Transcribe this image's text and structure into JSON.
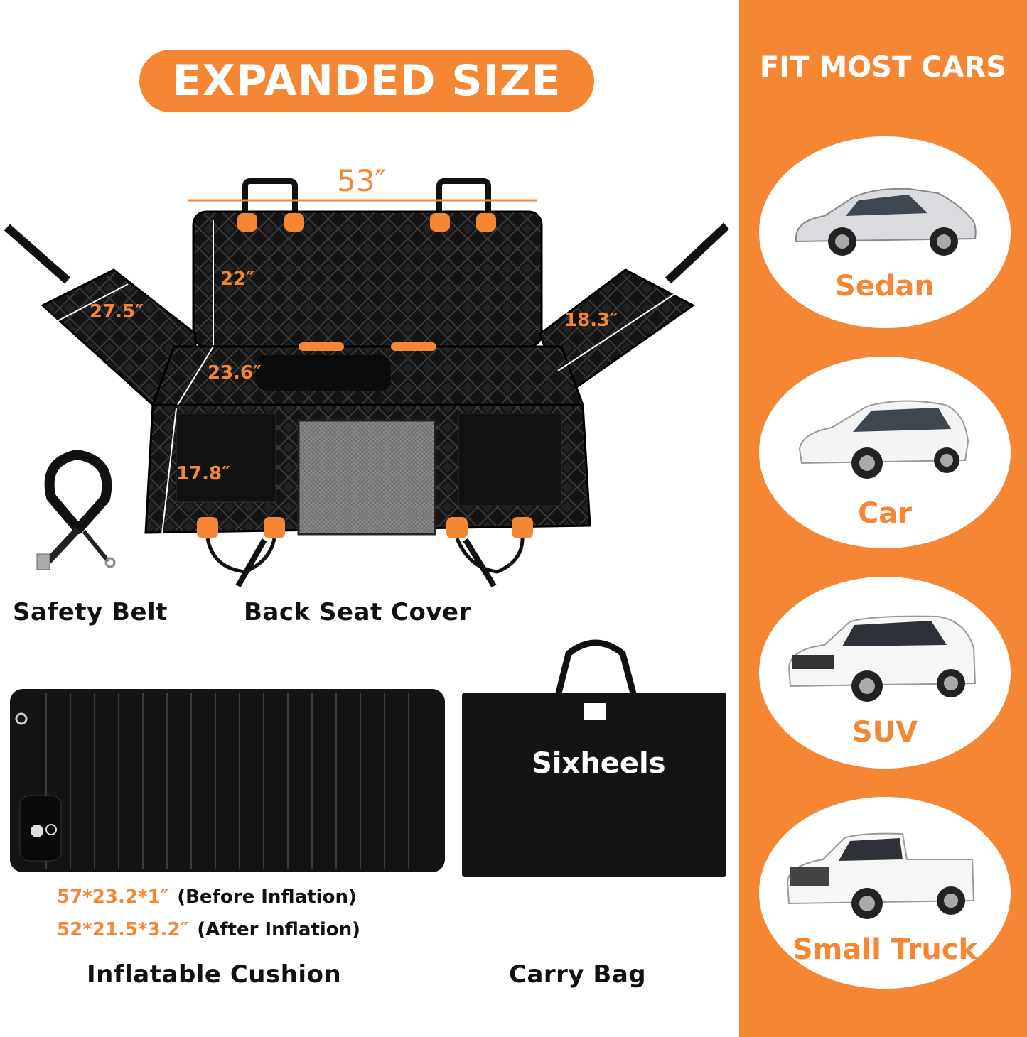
{
  "header": {
    "title": "EXPANDED SIZE"
  },
  "dimensions": {
    "width": "53″",
    "back_height": "22″",
    "side_left": "27.5″",
    "side_right": "18.3″",
    "seat_depth": "23.6″",
    "front_flap": "17.8″"
  },
  "products": {
    "safety_belt": "Safety Belt",
    "back_seat_cover": "Back Seat Cover",
    "inflatable_cushion": "Inflatable Cushion",
    "carry_bag": "Carry Bag"
  },
  "cushion_specs": [
    {
      "value": "57*23.2*1″",
      "note": "(Before Inflation)"
    },
    {
      "value": "52*21.5*3.2″",
      "note": "(After Inflation)"
    }
  ],
  "bag": {
    "brand": "Sixheels"
  },
  "fit": {
    "title": "FIT MOST CARS",
    "cars": [
      {
        "label": "Sedan",
        "icon": "sedan-icon"
      },
      {
        "label": "Car",
        "icon": "hatchback-icon"
      },
      {
        "label": "SUV",
        "icon": "suv-icon"
      },
      {
        "label": "Small Truck",
        "icon": "pickup-truck-icon"
      }
    ]
  },
  "colors": {
    "accent": "#F58634",
    "dark": "#111111",
    "white": "#FFFFFF"
  }
}
